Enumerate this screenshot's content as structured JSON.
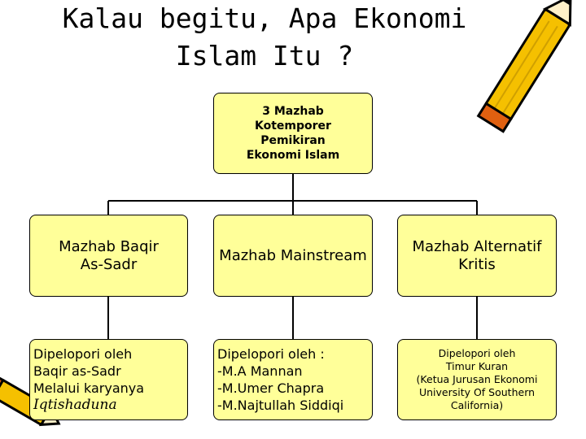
{
  "title": {
    "line1": "Kalau begitu, Apa Ekonomi",
    "line2": "Islam Itu ?"
  },
  "root": {
    "lines": [
      "3 Mazhab",
      "Kotemporer",
      "Pemikiran",
      "Ekonomi Islam"
    ]
  },
  "level2": [
    {
      "lines": [
        "Mazhab Baqir",
        "As-Sadr"
      ]
    },
    {
      "lines": [
        "Mazhab Mainstream"
      ]
    },
    {
      "lines": [
        "Mazhab Alternatif",
        "Kritis"
      ]
    }
  ],
  "level3": [
    {
      "lines": [
        "Dipelopori oleh",
        "Baqir as-Sadr",
        "Melalui karyanya"
      ],
      "italic": "Iqtishaduna"
    },
    {
      "lines": [
        "Dipelopori oleh :",
        "-M.A Mannan",
        "-M.Umer Chapra",
        "-M.Najtullah Siddiqi"
      ]
    },
    {
      "lines": [
        "Dipelopori oleh",
        "Timur Kuran",
        "(Ketua Jurusan Ekonomi",
        "University Of Southern",
        "California)"
      ]
    }
  ],
  "colors": {
    "box_fill": "#ffff99",
    "pencil_body": "#f5c000",
    "pencil_tip": "#e06010",
    "pencil_stripe": "#d0a000"
  },
  "icons": [
    "pencil-icon-top-right",
    "pencil-icon-bottom-left"
  ]
}
